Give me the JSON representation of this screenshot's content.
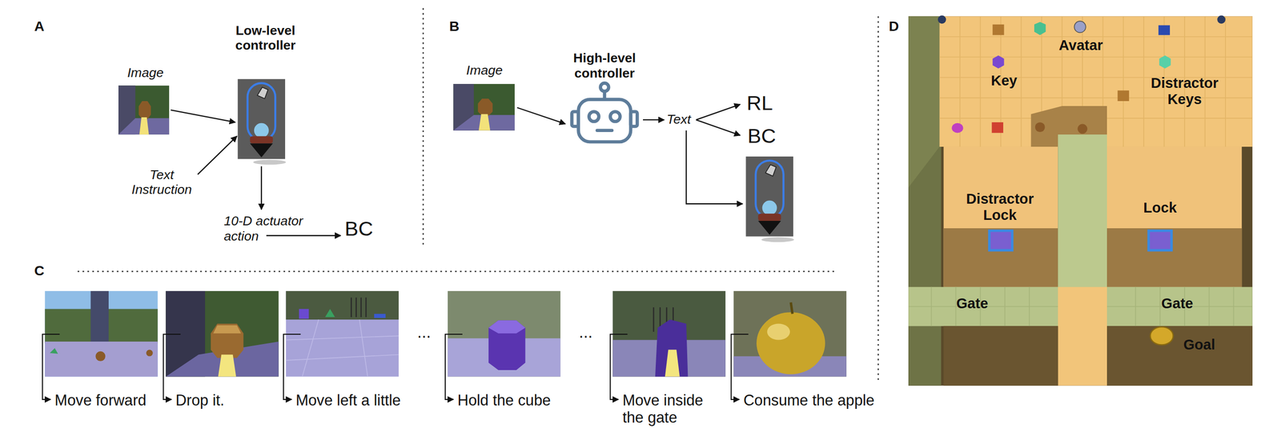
{
  "diagram": {
    "labels": [
      "A",
      "Image",
      "Low-level controller",
      "Text Instruction",
      "10-D actuator action",
      "BC",
      "B",
      "Image",
      "High-level controller",
      "Text",
      "RL",
      "BC",
      "C",
      "Move forward",
      "Drop it.",
      "Move left a little",
      "...",
      "Hold the cube",
      "...",
      "Move inside the gate",
      "Consume the apple",
      "D",
      "Avatar",
      "Key",
      "Distractor Keys",
      "Distractor Lock",
      "Lock",
      "Gate",
      "Gate",
      "Goal"
    ]
  }
}
